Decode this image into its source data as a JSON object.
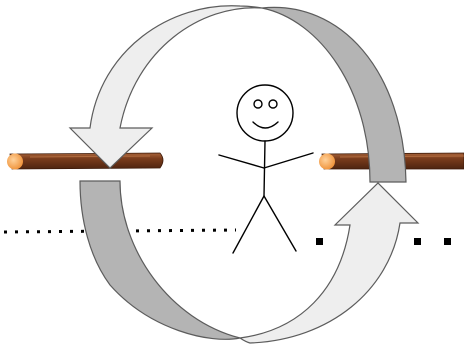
{
  "scene": {
    "subject": "stick-figure",
    "objects": [
      "left-stick",
      "right-stick",
      "cycle-arrow-top",
      "cycle-arrow-bottom",
      "dotted-ground-line"
    ]
  },
  "colors": {
    "background": "#ffffff",
    "arrow_light": "#eeeeee",
    "arrow_dark": "#b4b4b4",
    "arrow_stroke": "#5c5c5c",
    "stick_dark": "#4e2410",
    "stick_mid": "#7a3c1c",
    "stick_highlight": "#a9643a",
    "stick_end": "#f5a85c",
    "figure_stroke": "#000000",
    "dots": "#000000"
  }
}
